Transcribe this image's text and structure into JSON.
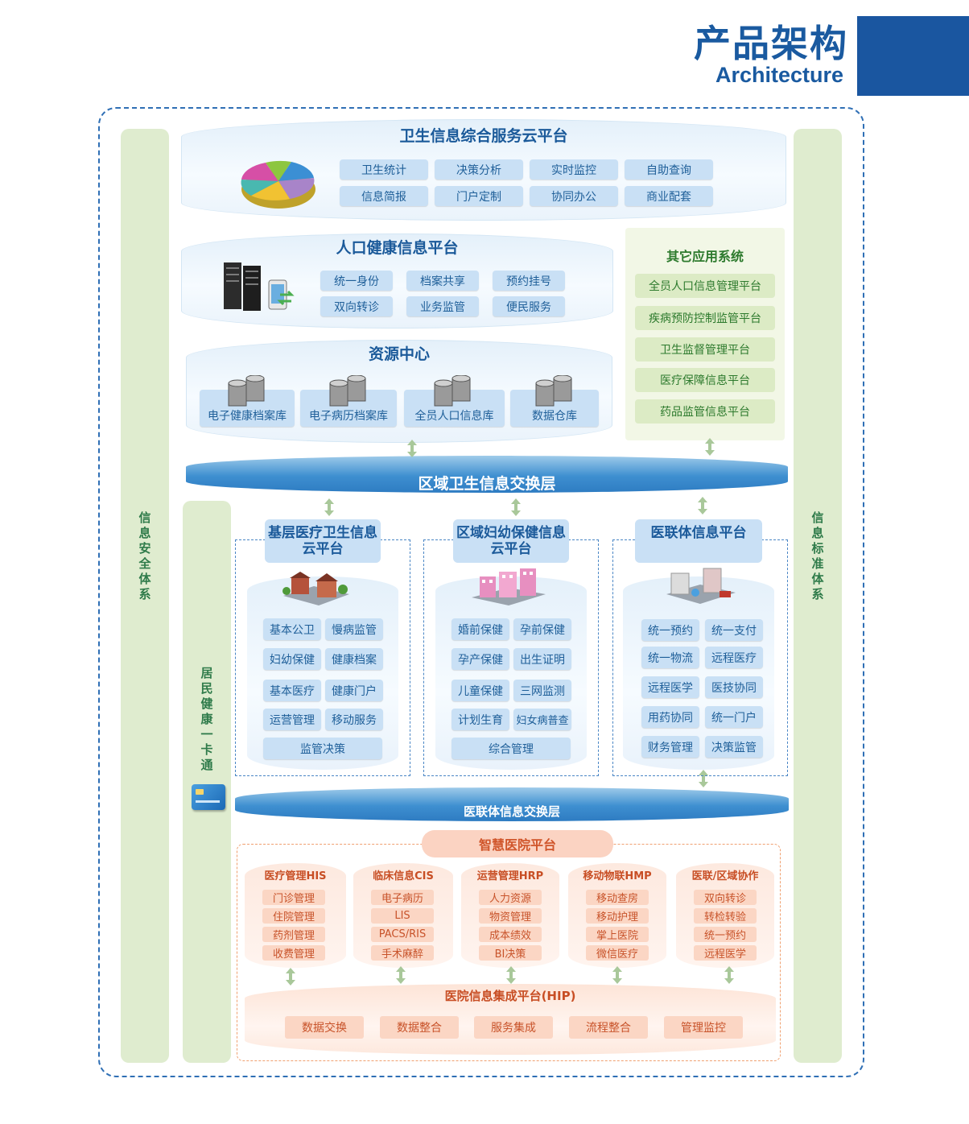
{
  "header": {
    "title": "产品架构",
    "subtitle": "Architecture"
  },
  "side_left": "信息安全体系",
  "side_right": "信息标准体系",
  "side_card": "居民健康一卡通",
  "cloud_platform": {
    "title": "卫生信息综合服务云平台",
    "items": [
      "卫生统计",
      "决策分析",
      "实时监控",
      "自助查询",
      "信息简报",
      "门户定制",
      "协同办公",
      "商业配套"
    ]
  },
  "population_platform": {
    "title": "人口健康信息平台",
    "items": [
      "统一身份",
      "档案共享",
      "预约挂号",
      "双向转诊",
      "业务监管",
      "便民服务"
    ]
  },
  "resource_center": {
    "title": "资源中心",
    "items": [
      "电子健康档案库",
      "电子病历档案库",
      "全员人口信息库",
      "数据仓库"
    ]
  },
  "other_apps": {
    "title": "其它应用系统",
    "items": [
      "全员人口信息管理平台",
      "疾病预防控制监管平台",
      "卫生监督管理平台",
      "医疗保障信息平台",
      "药品监管信息平台"
    ]
  },
  "exchange_layer": "区域卫生信息交换层",
  "sub_platforms": [
    {
      "title": "基层医疗卫生信息云平台",
      "items": [
        "基本公卫",
        "慢病监管",
        "妇幼保健",
        "健康档案",
        "基本医疗",
        "健康门户",
        "运营管理",
        "移动服务"
      ],
      "footer": "监管决策"
    },
    {
      "title": "区域妇幼保健信息云平台",
      "items": [
        "婚前保健",
        "孕前保健",
        "孕产保健",
        "出生证明",
        "儿童保健",
        "三网监测",
        "计划生育",
        "妇女病普查"
      ],
      "footer": "综合管理"
    },
    {
      "title": "医联体信息平台",
      "items": [
        "统一预约",
        "统一支付",
        "统一物流",
        "远程医疗",
        "远程医学",
        "医技协同",
        "用药协同",
        "统一门户",
        "财务管理",
        "决策监管"
      ]
    }
  ],
  "union_exchange_layer": "医联体信息交换层",
  "hospital": {
    "title": "智慧医院平台",
    "columns": [
      {
        "title": "医疗管理HIS",
        "items": [
          "门诊管理",
          "住院管理",
          "药剂管理",
          "收费管理"
        ]
      },
      {
        "title": "临床信息CIS",
        "items": [
          "电子病历",
          "LIS",
          "PACS/RIS",
          "手术麻醉"
        ]
      },
      {
        "title": "运营管理HRP",
        "items": [
          "人力资源",
          "物资管理",
          "成本绩效",
          "BI决策"
        ]
      },
      {
        "title": "移动物联HMP",
        "items": [
          "移动查房",
          "移动护理",
          "掌上医院",
          "微信医疗"
        ]
      },
      {
        "title": "医联/区域协作",
        "items": [
          "双向转诊",
          "转检转验",
          "统一预约",
          "远程医学"
        ]
      }
    ],
    "hip_title": "医院信息集成平台(HIP)",
    "hip_items": [
      "数据交换",
      "数据整合",
      "服务集成",
      "流程整合",
      "管理监控"
    ]
  },
  "colors": {
    "brand_blue": "#1a56a0",
    "side_green": "#dfeccf",
    "hospital_orange": "#d0552a"
  }
}
